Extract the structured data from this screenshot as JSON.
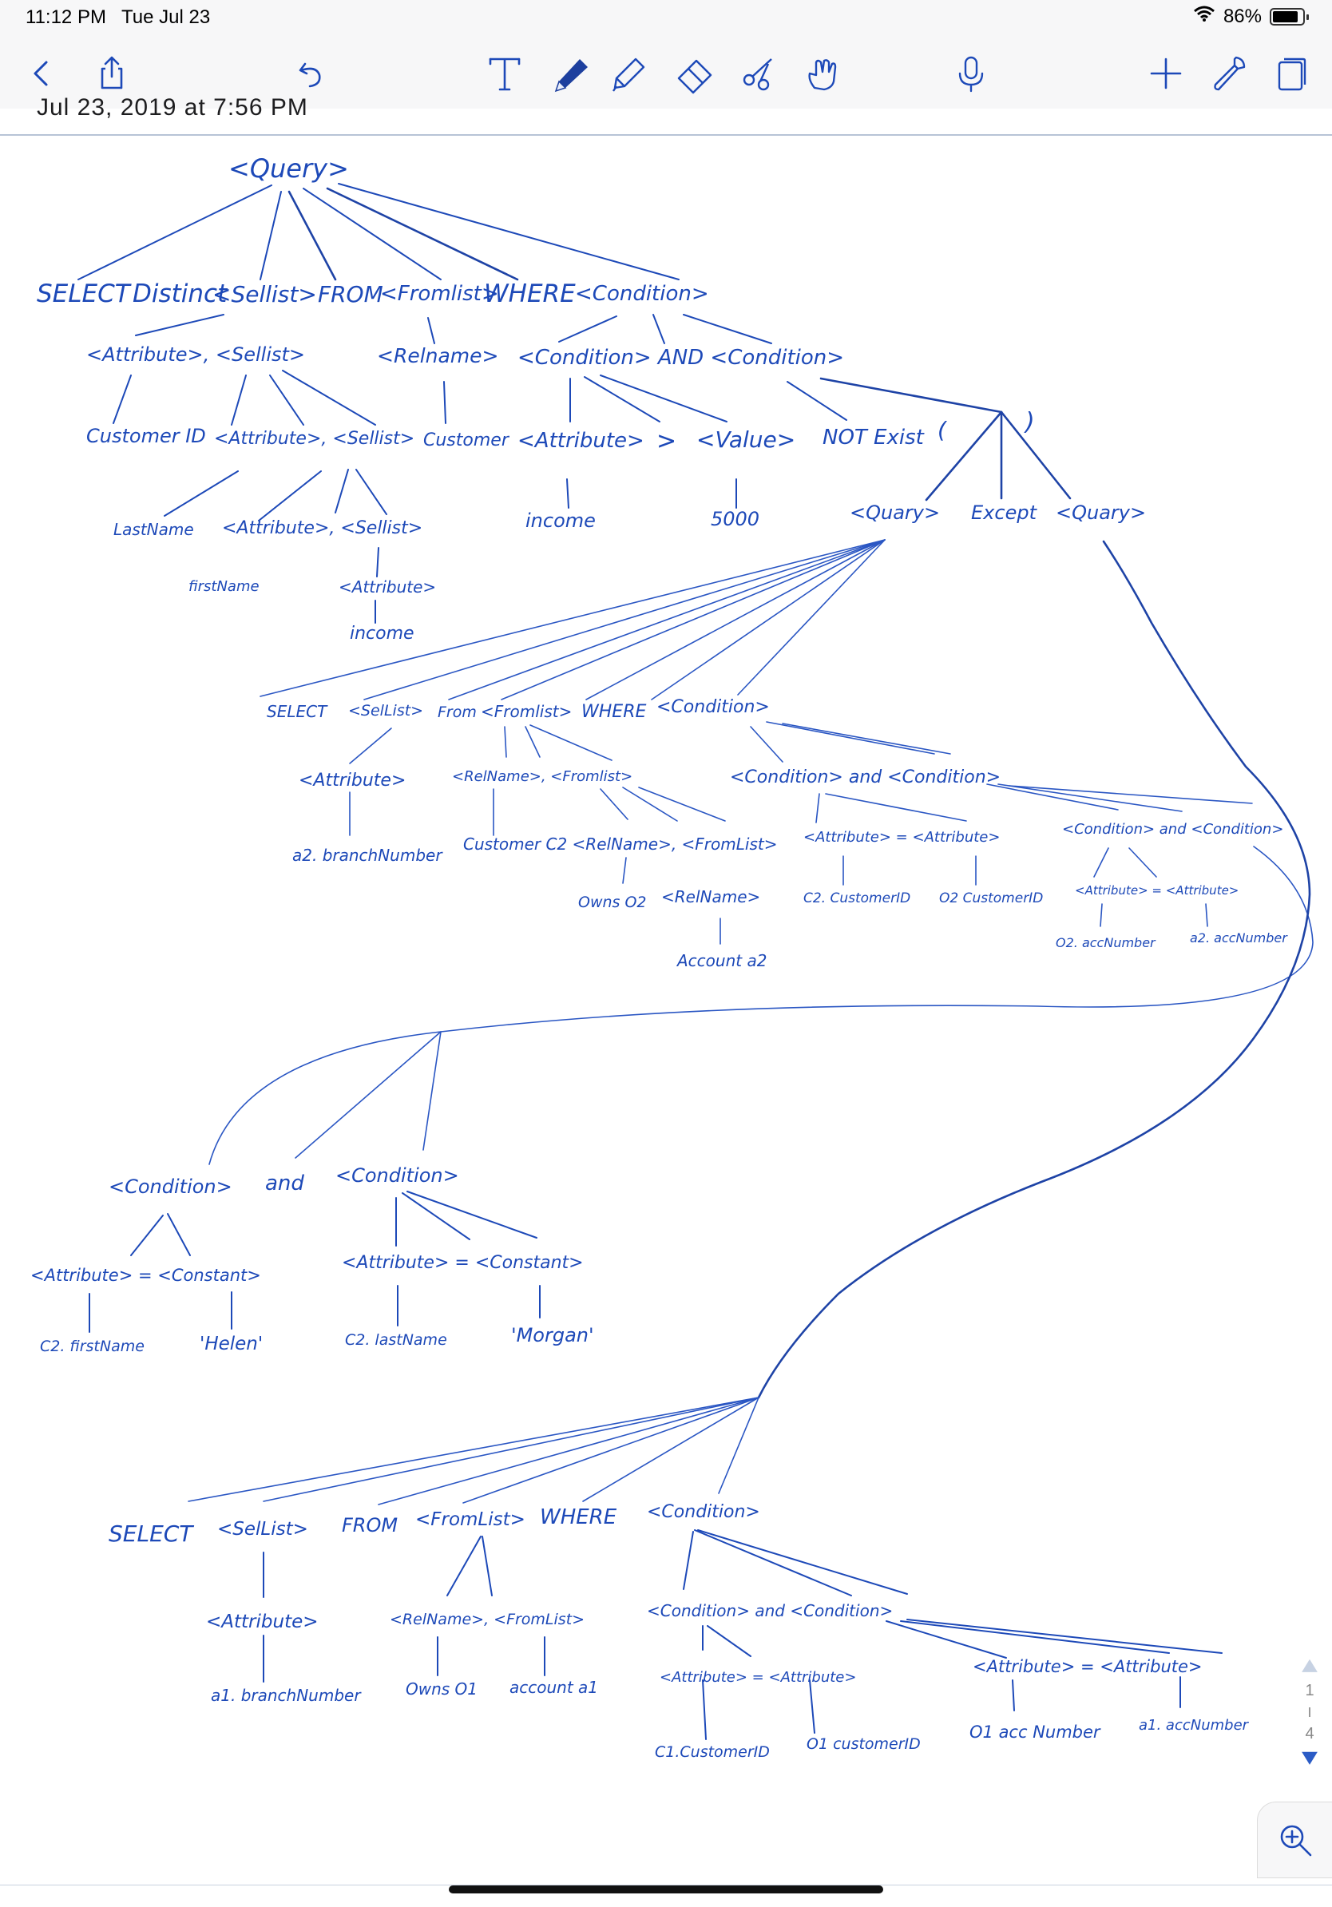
{
  "status": {
    "time": "11:12 PM",
    "date": "Tue Jul 23",
    "battery": "86%",
    "battery_level": 0.86
  },
  "toolbar": {
    "left": [
      "back-icon",
      "share-icon",
      "undo-icon"
    ],
    "center": [
      "text-tool-icon",
      "pen-tool-icon",
      "highlighter-tool-icon",
      "eraser-tool-icon",
      "lasso-tool-icon",
      "hand-tool-icon",
      "microphone-icon"
    ],
    "right": [
      "add-icon",
      "wrench-icon",
      "pages-icon"
    ],
    "accent": "#1d49b8"
  },
  "note": {
    "date": "Jul 23, 2019 at 7:56 PM",
    "ink_color": "#1d49b8",
    "labels": {
      "query_root": "<Query>",
      "select": "SELECT",
      "distinct": "Distinct",
      "sellist": "<Sellist>",
      "from": "FROM",
      "fromlist": "<Fromlist>",
      "where": "WHERE",
      "condition": "<Condition>",
      "attr_sellist": "<Attribute>, <Sellist>",
      "relname": "<Relname>",
      "cond_and_cond": "<Condition> AND <Condition>",
      "customer_id": "Customer ID",
      "attr_sellist2": "<Attribute>, <Sellist>",
      "customer": "Customer",
      "attribute": "<Attribute>",
      "gt": ">",
      "value": "<Value>",
      "not_exist": "NOT Exist",
      "paren_open": "(",
      "paren_close": ")",
      "lastname": "LastName",
      "attr_sellist3": "<Attribute>, <Sellist>",
      "income1": "income",
      "v5000": "5000",
      "quary1": "<Quary>",
      "except": "Except",
      "quary2": "<Quary>",
      "firstname": "firstName",
      "attr3": "<Attribute>",
      "income2": "income",
      "q2_select": "SELECT",
      "q2_sellist": "<SelList>",
      "q2_from": "From",
      "q2_fromlist": "<Fromlist>",
      "q2_where": "WHERE",
      "q2_condition": "<Condition>",
      "q2_attr": "<Attribute>",
      "q2_relname_fromlist": "<RelName>, <Fromlist>",
      "q2_cond_and": "<Condition>  and  <Condition>",
      "q2_branch": "a2. branchNumber",
      "q2_customer_c2": "Customer C2 <RelName>, <FromList>",
      "q2_attr_eq_attr": "<Attribute> = <Attribute>",
      "q2_cond_and2": "<Condition> and <Condition>",
      "q2_owns": "Owns O2",
      "q2_relname2": "<RelName>",
      "q2_c2cid": "C2. CustomerID",
      "q2_o2cid": "O2 CustomerID",
      "q2_attr_eq_attr2": "<Attribute> = <Attribute>",
      "q2_account": "Account  a2",
      "q2_o2acc": "O2. accNumber",
      "q2_a2acc": "a2. accNumber",
      "c_cond": "<Condition>",
      "c_and": "and",
      "c_cond2": "<Condition>",
      "c_attr_const": "<Attribute> = <Constant>",
      "c_attr_const2": "<Attribute> = <Constant>",
      "c_firstname": "C2. firstName",
      "c_helen": "'Helen'",
      "c_lastname": "C2. lastName",
      "c_morgan": "'Morgan'",
      "q3_select": "SELECT",
      "q3_sellist": "<SelList>",
      "q3_from": "FROM",
      "q3_fromlist": "<FromList>",
      "q3_where": "WHERE",
      "q3_condition": "<Condition>",
      "q3_attr": "<Attribute>",
      "q3_relname_fromlist": "<RelName>, <FromList>",
      "q3_cond_and": "<Condition>  and  <Condition>",
      "q3_branch": "a1. branchNumber",
      "q3_owns": "Owns O1",
      "q3_account": "account a1",
      "q3_attr_eq": "<Attribute> = <Attribute>",
      "q3_attr_eq2": "<Attribute> = <Attribute>",
      "q3_c1cid": "C1.CustomerID",
      "q3_o1cid": "O1 customerID",
      "q3_o1acc": "O1 acc Number",
      "q3_a1acc": "a1. accNumber"
    }
  },
  "pager": {
    "current": "1",
    "total": "4"
  }
}
